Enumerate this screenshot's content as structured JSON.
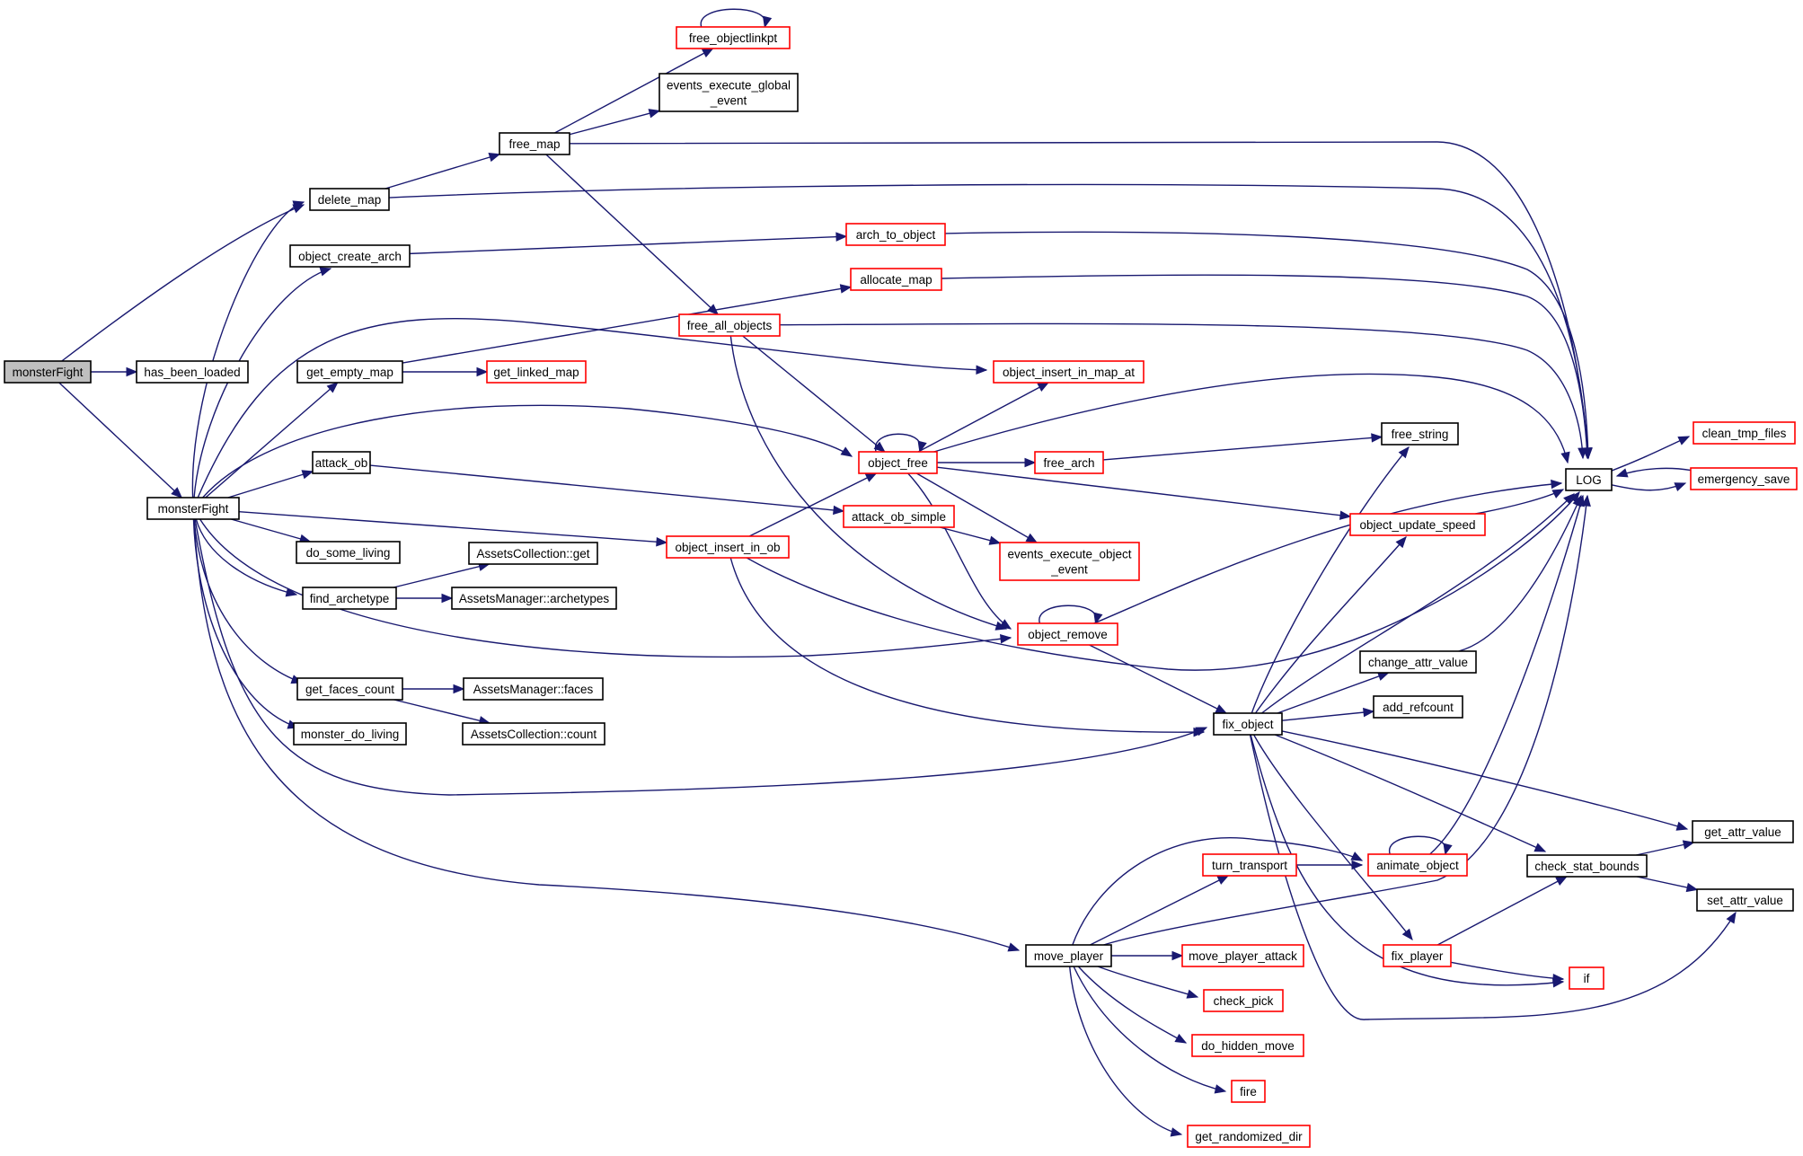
{
  "diagram": {
    "type": "call-graph",
    "colors": {
      "edge": "#191970",
      "node_border_documented": "#000000",
      "node_border_undocumented": "#ff0000",
      "root_fill": "#bfbfbf",
      "node_fill": "#ffffff"
    },
    "nodes": [
      {
        "id": "n_root",
        "lines": [
          "monsterFight"
        ],
        "kind": "root"
      },
      {
        "id": "n_has_been_loaded",
        "lines": [
          "has_been_loaded"
        ],
        "kind": "doc"
      },
      {
        "id": "n_monsterfight",
        "lines": [
          "monsterFight"
        ],
        "kind": "doc"
      },
      {
        "id": "n_delete_map",
        "lines": [
          "delete_map"
        ],
        "kind": "doc"
      },
      {
        "id": "n_free_map",
        "lines": [
          "free_map"
        ],
        "kind": "doc"
      },
      {
        "id": "n_free_objectlinkpt",
        "lines": [
          "free_objectlinkpt"
        ],
        "kind": "undoc"
      },
      {
        "id": "n_events_execute_global_event",
        "lines": [
          "events_execute_global",
          "_event"
        ],
        "kind": "doc"
      },
      {
        "id": "n_free_all_objects",
        "lines": [
          "free_all_objects"
        ],
        "kind": "undoc"
      },
      {
        "id": "n_object_create_arch",
        "lines": [
          "object_create_arch"
        ],
        "kind": "doc"
      },
      {
        "id": "n_arch_to_object",
        "lines": [
          "arch_to_object"
        ],
        "kind": "undoc"
      },
      {
        "id": "n_get_empty_map",
        "lines": [
          "get_empty_map"
        ],
        "kind": "doc"
      },
      {
        "id": "n_allocate_map",
        "lines": [
          "allocate_map"
        ],
        "kind": "undoc"
      },
      {
        "id": "n_get_linked_map",
        "lines": [
          "get_linked_map"
        ],
        "kind": "undoc"
      },
      {
        "id": "n_object_insert_in_map_at",
        "lines": [
          "object_insert_in_map_at"
        ],
        "kind": "undoc"
      },
      {
        "id": "n_object_free",
        "lines": [
          "object_free"
        ],
        "kind": "undoc"
      },
      {
        "id": "n_free_arch",
        "lines": [
          "free_arch"
        ],
        "kind": "undoc"
      },
      {
        "id": "n_free_string",
        "lines": [
          "free_string"
        ],
        "kind": "doc"
      },
      {
        "id": "n_attack_ob",
        "lines": [
          "attack_ob"
        ],
        "kind": "doc"
      },
      {
        "id": "n_attack_ob_simple",
        "lines": [
          "attack_ob_simple"
        ],
        "kind": "undoc"
      },
      {
        "id": "n_object_insert_in_ob",
        "lines": [
          "object_insert_in_ob"
        ],
        "kind": "undoc"
      },
      {
        "id": "n_events_execute_object_event",
        "lines": [
          "events_execute_object",
          "_event"
        ],
        "kind": "undoc"
      },
      {
        "id": "n_object_update_speed",
        "lines": [
          "object_update_speed"
        ],
        "kind": "undoc"
      },
      {
        "id": "n_log",
        "lines": [
          "LOG"
        ],
        "kind": "doc"
      },
      {
        "id": "n_clean_tmp_files",
        "lines": [
          "clean_tmp_files"
        ],
        "kind": "undoc"
      },
      {
        "id": "n_emergency_save",
        "lines": [
          "emergency_save"
        ],
        "kind": "undoc"
      },
      {
        "id": "n_do_some_living",
        "lines": [
          "do_some_living"
        ],
        "kind": "doc"
      },
      {
        "id": "n_assetscollection_get",
        "lines": [
          "AssetsCollection::get"
        ],
        "kind": "doc"
      },
      {
        "id": "n_find_archetype",
        "lines": [
          "find_archetype"
        ],
        "kind": "doc"
      },
      {
        "id": "n_assetsmanager_archetypes",
        "lines": [
          "AssetsManager::archetypes"
        ],
        "kind": "doc"
      },
      {
        "id": "n_object_remove",
        "lines": [
          "object_remove"
        ],
        "kind": "undoc"
      },
      {
        "id": "n_change_attr_value",
        "lines": [
          "change_attr_value"
        ],
        "kind": "doc"
      },
      {
        "id": "n_get_faces_count",
        "lines": [
          "get_faces_count"
        ],
        "kind": "doc"
      },
      {
        "id": "n_assetsmanager_faces",
        "lines": [
          "AssetsManager::faces"
        ],
        "kind": "doc"
      },
      {
        "id": "n_add_refcount",
        "lines": [
          "add_refcount"
        ],
        "kind": "doc"
      },
      {
        "id": "n_fix_object",
        "lines": [
          "fix_object"
        ],
        "kind": "doc"
      },
      {
        "id": "n_monster_do_living",
        "lines": [
          "monster_do_living"
        ],
        "kind": "doc"
      },
      {
        "id": "n_assetscollection_count",
        "lines": [
          "AssetsCollection::count"
        ],
        "kind": "doc"
      },
      {
        "id": "n_get_attr_value",
        "lines": [
          "get_attr_value"
        ],
        "kind": "doc"
      },
      {
        "id": "n_turn_transport",
        "lines": [
          "turn_transport"
        ],
        "kind": "undoc"
      },
      {
        "id": "n_animate_object",
        "lines": [
          "animate_object"
        ],
        "kind": "undoc"
      },
      {
        "id": "n_check_stat_bounds",
        "lines": [
          "check_stat_bounds"
        ],
        "kind": "doc"
      },
      {
        "id": "n_set_attr_value",
        "lines": [
          "set_attr_value"
        ],
        "kind": "doc"
      },
      {
        "id": "n_move_player",
        "lines": [
          "move_player"
        ],
        "kind": "doc"
      },
      {
        "id": "n_move_player_attack",
        "lines": [
          "move_player_attack"
        ],
        "kind": "undoc"
      },
      {
        "id": "n_fix_player",
        "lines": [
          "fix_player"
        ],
        "kind": "undoc"
      },
      {
        "id": "n_if",
        "lines": [
          "if"
        ],
        "kind": "undoc"
      },
      {
        "id": "n_check_pick",
        "lines": [
          "check_pick"
        ],
        "kind": "undoc"
      },
      {
        "id": "n_do_hidden_move",
        "lines": [
          "do_hidden_move"
        ],
        "kind": "undoc"
      },
      {
        "id": "n_fire",
        "lines": [
          "fire"
        ],
        "kind": "undoc"
      },
      {
        "id": "n_get_randomized_dir",
        "lines": [
          "get_randomized_dir"
        ],
        "kind": "undoc"
      }
    ],
    "edges": [
      [
        "n_root",
        "n_delete_map"
      ],
      [
        "n_root",
        "n_has_been_loaded"
      ],
      [
        "n_root",
        "n_monsterfight"
      ],
      [
        "n_delete_map",
        "n_free_map"
      ],
      [
        "n_delete_map",
        "n_log"
      ],
      [
        "n_free_map",
        "n_free_objectlinkpt"
      ],
      [
        "n_free_map",
        "n_events_execute_global_event"
      ],
      [
        "n_free_map",
        "n_log"
      ],
      [
        "n_free_map",
        "n_free_all_objects"
      ],
      [
        "n_free_objectlinkpt",
        "n_free_objectlinkpt"
      ],
      [
        "n_object_create_arch",
        "n_arch_to_object"
      ],
      [
        "n_arch_to_object",
        "n_log"
      ],
      [
        "n_get_empty_map",
        "n_allocate_map"
      ],
      [
        "n_get_empty_map",
        "n_get_linked_map"
      ],
      [
        "n_allocate_map",
        "n_log"
      ],
      [
        "n_free_all_objects",
        "n_log"
      ],
      [
        "n_free_all_objects",
        "n_object_free"
      ],
      [
        "n_free_all_objects",
        "n_object_remove"
      ],
      [
        "n_object_free",
        "n_object_free"
      ],
      [
        "n_object_free",
        "n_object_insert_in_map_at"
      ],
      [
        "n_object_free",
        "n_log"
      ],
      [
        "n_object_free",
        "n_free_arch"
      ],
      [
        "n_object_free",
        "n_events_execute_object_event"
      ],
      [
        "n_object_free",
        "n_object_update_speed"
      ],
      [
        "n_object_free",
        "n_object_remove"
      ],
      [
        "n_free_arch",
        "n_free_string"
      ],
      [
        "n_attack_ob",
        "n_attack_ob_simple"
      ],
      [
        "n_attack_ob_simple",
        "n_events_execute_object_event"
      ],
      [
        "n_object_insert_in_ob",
        "n_object_free"
      ],
      [
        "n_object_insert_in_ob",
        "n_log"
      ],
      [
        "n_object_insert_in_ob",
        "n_fix_object"
      ],
      [
        "n_object_update_speed",
        "n_log"
      ],
      [
        "n_log",
        "n_clean_tmp_files"
      ],
      [
        "n_log",
        "n_emergency_save"
      ],
      [
        "n_emergency_save",
        "n_log"
      ],
      [
        "n_monsterfight",
        "n_delete_map"
      ],
      [
        "n_monsterfight",
        "n_object_create_arch"
      ],
      [
        "n_monsterfight",
        "n_object_insert_in_map_at"
      ],
      [
        "n_monsterfight",
        "n_get_empty_map"
      ],
      [
        "n_monsterfight",
        "n_object_free"
      ],
      [
        "n_monsterfight",
        "n_attack_ob"
      ],
      [
        "n_monsterfight",
        "n_object_insert_in_ob"
      ],
      [
        "n_monsterfight",
        "n_do_some_living"
      ],
      [
        "n_monsterfight",
        "n_find_archetype"
      ],
      [
        "n_monsterfight",
        "n_object_remove"
      ],
      [
        "n_monsterfight",
        "n_get_faces_count"
      ],
      [
        "n_monsterfight",
        "n_monster_do_living"
      ],
      [
        "n_monsterfight",
        "n_fix_object"
      ],
      [
        "n_monsterfight",
        "n_move_player"
      ],
      [
        "n_find_archetype",
        "n_assetscollection_get"
      ],
      [
        "n_find_archetype",
        "n_assetsmanager_archetypes"
      ],
      [
        "n_get_faces_count",
        "n_assetsmanager_faces"
      ],
      [
        "n_get_faces_count",
        "n_assetscollection_count"
      ],
      [
        "n_object_remove",
        "n_object_remove"
      ],
      [
        "n_object_remove",
        "n_log"
      ],
      [
        "n_object_remove",
        "n_fix_object"
      ],
      [
        "n_fix_object",
        "n_free_string"
      ],
      [
        "n_fix_object",
        "n_object_update_speed"
      ],
      [
        "n_fix_object",
        "n_log"
      ],
      [
        "n_fix_object",
        "n_change_attr_value"
      ],
      [
        "n_fix_object",
        "n_add_refcount"
      ],
      [
        "n_fix_object",
        "n_get_attr_value"
      ],
      [
        "n_fix_object",
        "n_check_stat_bounds"
      ],
      [
        "n_fix_object",
        "n_fix_player"
      ],
      [
        "n_fix_object",
        "n_if"
      ],
      [
        "n_fix_object",
        "n_set_attr_value"
      ],
      [
        "n_change_attr_value",
        "n_log"
      ],
      [
        "n_check_stat_bounds",
        "n_get_attr_value"
      ],
      [
        "n_check_stat_bounds",
        "n_set_attr_value"
      ],
      [
        "n_animate_object",
        "n_animate_object"
      ],
      [
        "n_animate_object",
        "n_log"
      ],
      [
        "n_turn_transport",
        "n_animate_object"
      ],
      [
        "n_fix_player",
        "n_check_stat_bounds"
      ],
      [
        "n_fix_player",
        "n_if"
      ],
      [
        "n_move_player",
        "n_animate_object"
      ],
      [
        "n_move_player",
        "n_turn_transport"
      ],
      [
        "n_move_player",
        "n_log"
      ],
      [
        "n_move_player",
        "n_move_player_attack"
      ],
      [
        "n_move_player",
        "n_check_pick"
      ],
      [
        "n_move_player",
        "n_do_hidden_move"
      ],
      [
        "n_move_player",
        "n_fire"
      ],
      [
        "n_move_player",
        "n_get_randomized_dir"
      ]
    ]
  }
}
